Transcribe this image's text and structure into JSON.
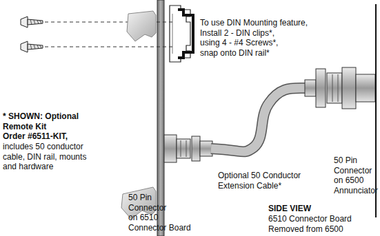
{
  "diagram": {
    "labels": [
      "To use DIN Mounting feature, Install 2 - DIN clips*, using 4 - #4 Screws*, snap onto DIN rail*",
      "* SHOWN: Optional Remote Kit Order #6511-KIT,",
      "includes 50 conductor cable, DIN rail, mounts and hardware",
      "50 Pin Connector on 6510 Connector Board",
      "Optional 50 Conductor Extension Cable*",
      "50 Pin Connector on 6500 Annunciator",
      "SIDE VIEW",
      "6510 Connector Board Removed from 6500"
    ]
  }
}
